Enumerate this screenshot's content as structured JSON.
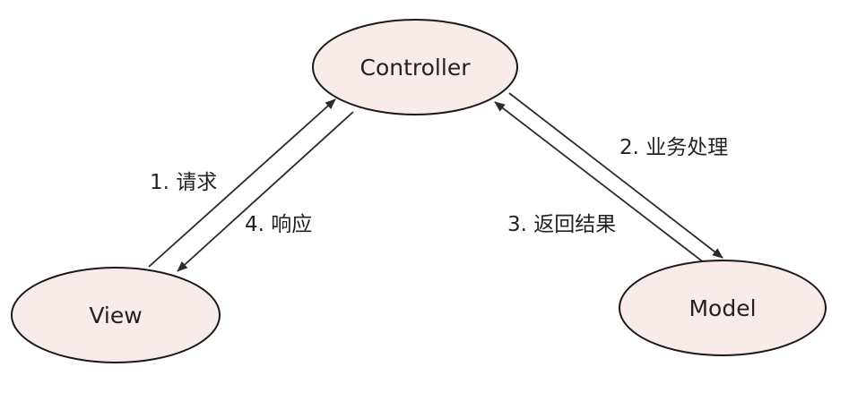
{
  "nodes": {
    "controller": {
      "label": "Controller"
    },
    "view": {
      "label": "View"
    },
    "model": {
      "label": "Model"
    }
  },
  "edges": {
    "request": {
      "label": "1. 请求"
    },
    "response": {
      "label": "4. 响应"
    },
    "process": {
      "label": "2. 业务处理"
    },
    "return": {
      "label": "3. 返回结果"
    }
  },
  "colors": {
    "node_fill": "#f9ebea",
    "stroke": "#1a1a1a",
    "text": "#222222"
  }
}
